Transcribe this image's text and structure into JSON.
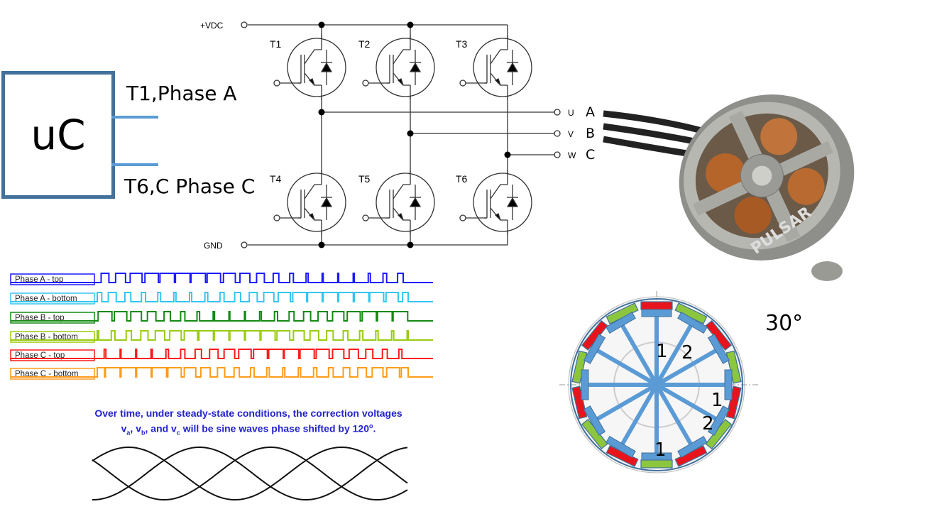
{
  "controller": {
    "label": "uC",
    "output_top": "T1,Phase A",
    "output_bottom": "T6,C Phase C"
  },
  "inverter": {
    "supply_label": "+VDC",
    "ground_label": "GND",
    "transistors": [
      "T1",
      "T2",
      "T3",
      "T4",
      "T5",
      "T6"
    ],
    "outputs": [
      {
        "terminal": "U",
        "phase": "A"
      },
      {
        "terminal": "V",
        "phase": "B"
      },
      {
        "terminal": "W",
        "phase": "C"
      }
    ]
  },
  "pwm": {
    "signals": [
      {
        "label": "Phase A - top",
        "color": "#1a1aff"
      },
      {
        "label": "Phase A - bottom",
        "color": "#33c6f4"
      },
      {
        "label": "Phase B - top",
        "color": "#138a13"
      },
      {
        "label": "Phase B - bottom",
        "color": "#99cc11"
      },
      {
        "label": "Phase C - top",
        "color": "#ff1a1a"
      },
      {
        "label": "Phase C - bottom",
        "color": "#ff9c1a"
      }
    ],
    "note_line1": "Over time, under steady-state conditions, the correction voltages",
    "note_line2_a": "v",
    "note_line2_a_sub": "a",
    "note_line2_b": ", v",
    "note_line2_b_sub": "b",
    "note_line2_c": ", and v",
    "note_line2_c_sub": "c",
    "note_line2_d": " will be sine waves phase shifted by 120",
    "note_line2_sup": "o",
    "note_line2_end": "."
  },
  "stator": {
    "angle_label": "30°",
    "coil_labels": [
      "1",
      "2",
      "1",
      "2",
      "1"
    ],
    "magnet_colors": [
      "#e8141c",
      "#8cc63f"
    ],
    "tooth_color": "#5b9bd5"
  },
  "motor_photo": {
    "brand_text": "PULSAR"
  }
}
